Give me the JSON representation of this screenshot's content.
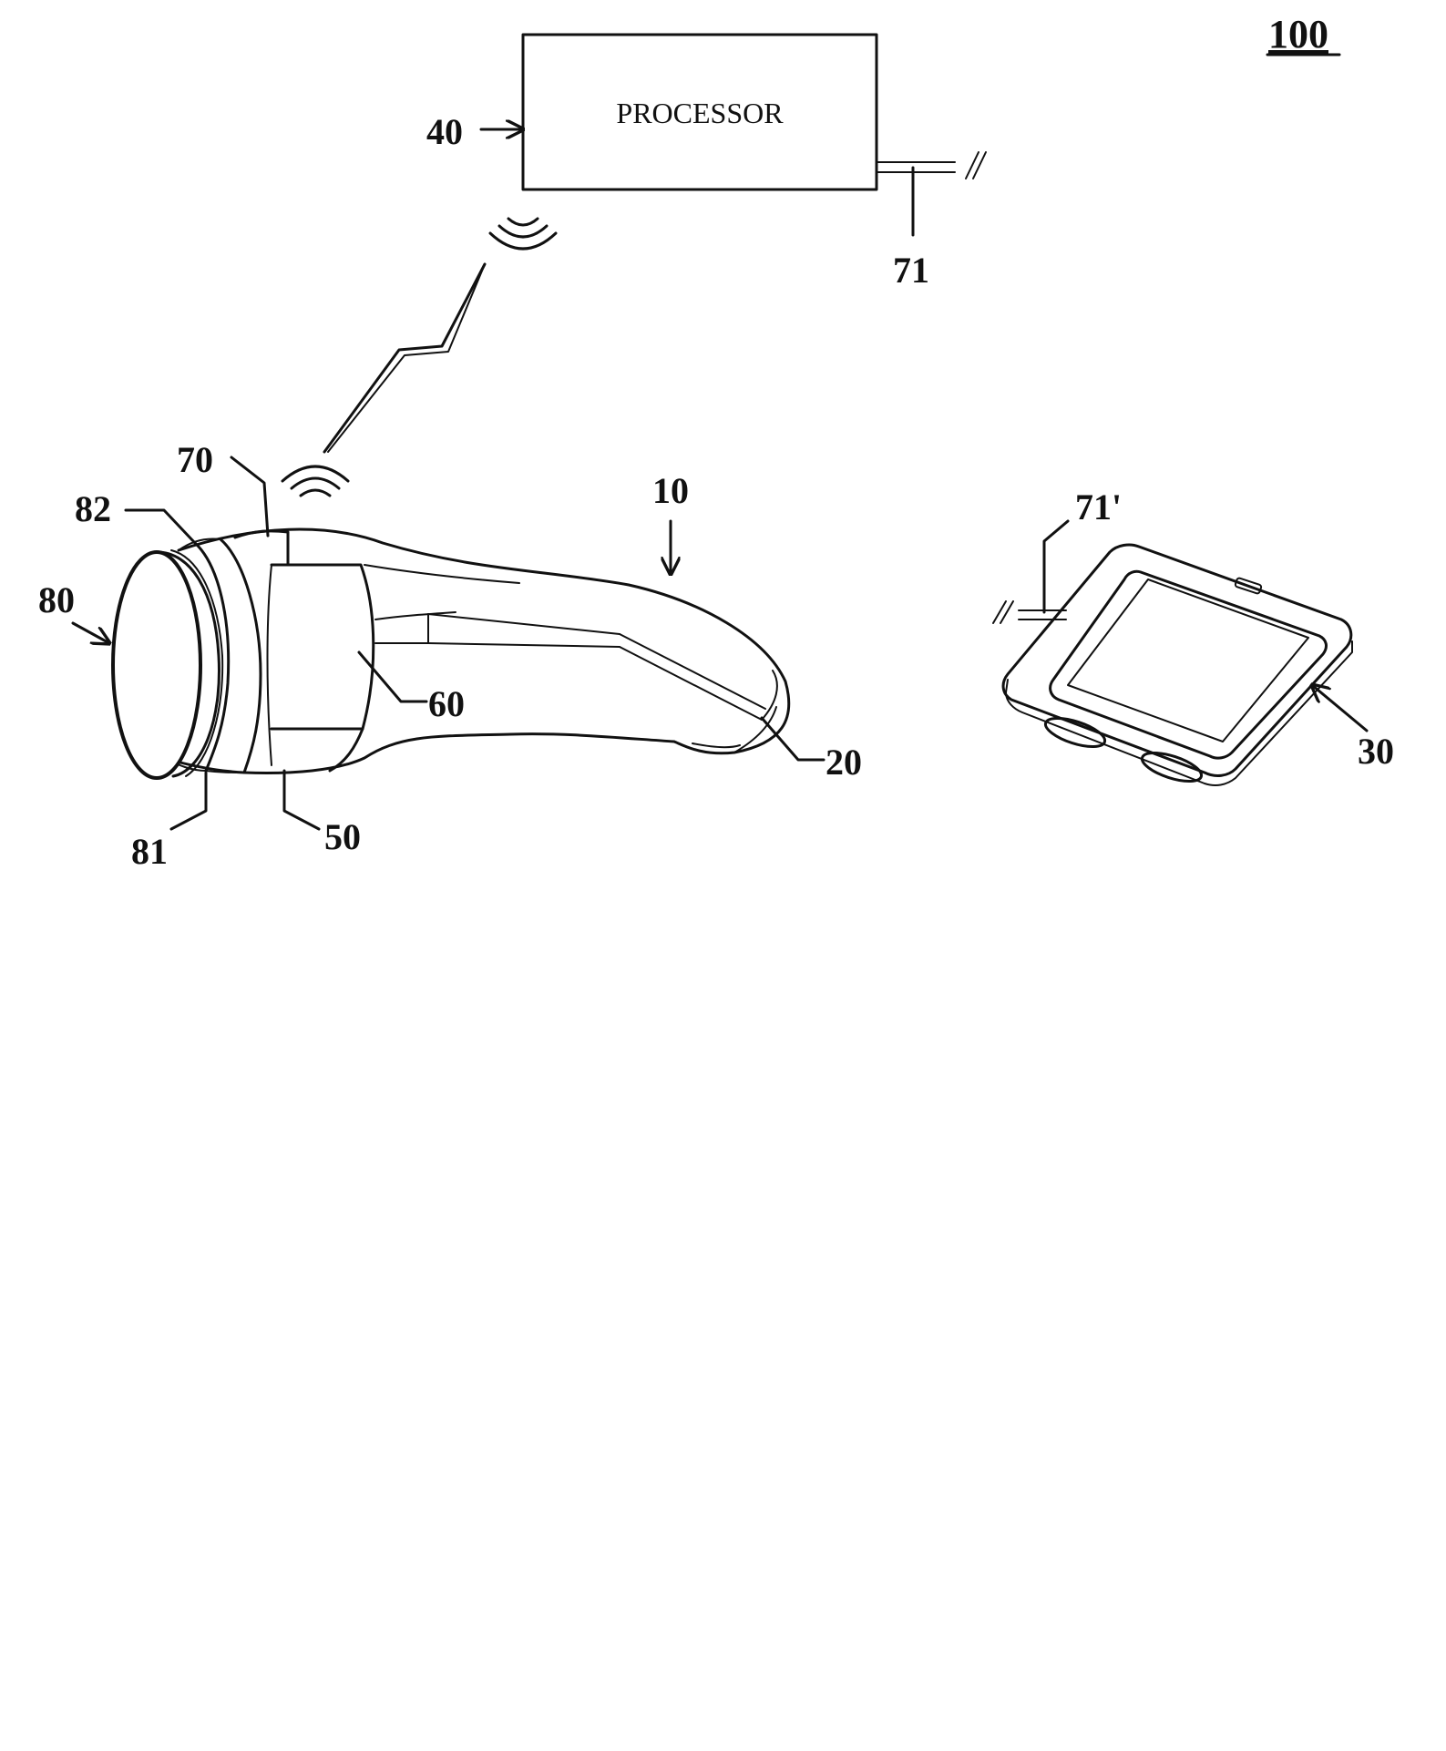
{
  "figure": {
    "figure_ref": "100",
    "processor": {
      "label": "PROCESSOR",
      "ref": "40"
    },
    "refs": {
      "cable_processor": "71",
      "cable_pad": "71'",
      "device": "10",
      "wireless_unit": "70",
      "head_ring": "82",
      "head": "80",
      "head_rim": "81",
      "module_50": "50",
      "module_60": "60",
      "handle_end": "20",
      "pad": "30"
    }
  }
}
